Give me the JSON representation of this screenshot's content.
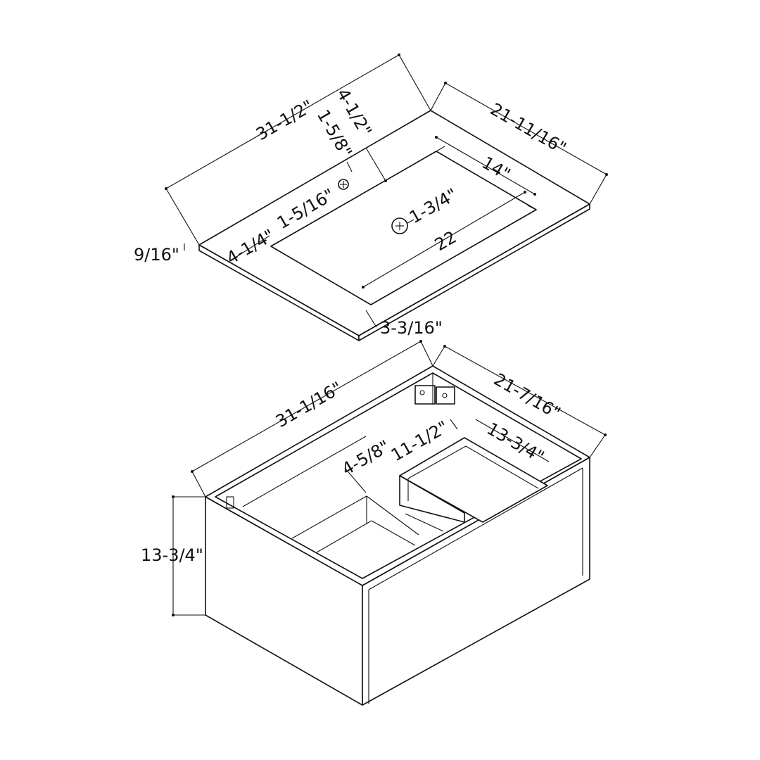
{
  "countertop": {
    "dimensions": {
      "overall_width": "31-1/2\"",
      "overall_depth": "21-11/16\"",
      "bowl_length": "22",
      "bowl_width": "14\"",
      "back_to_bowl": "4-1/2\"",
      "faucet_from_back": "1-5/8\"",
      "faucet_offset": "1-5/16\"",
      "side_margin": "4-1/4\"",
      "thickness": "9/16\"",
      "front_margin": "3-3/16\"",
      "drain_diameter": "1-3/4\""
    }
  },
  "cabinet": {
    "dimensions": {
      "overall_width": "31-1/16\"",
      "overall_depth": "21-7/16\"",
      "height": "13-3/4\"",
      "inner_offset": "4-5/8\"",
      "tray_depth": "11-1/2\"",
      "tray_width": "13-3/4\""
    }
  }
}
